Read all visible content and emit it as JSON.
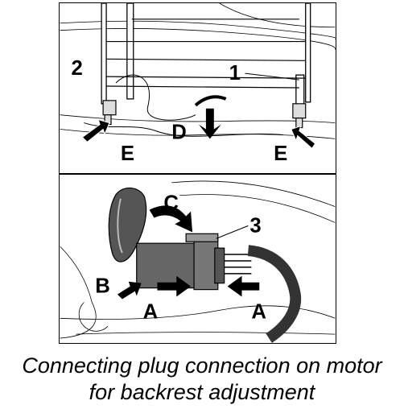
{
  "top_panel": {
    "labels": {
      "one": "1",
      "two": "2",
      "d": "D",
      "e_left": "E",
      "e_right": "E"
    }
  },
  "bottom_panel": {
    "labels": {
      "c": "C",
      "three": "3",
      "b": "B",
      "a_left": "A",
      "a_right": "A"
    }
  },
  "caption": {
    "line1": "Connecting plug connection on motor",
    "line2": "for backrest adjustment"
  }
}
